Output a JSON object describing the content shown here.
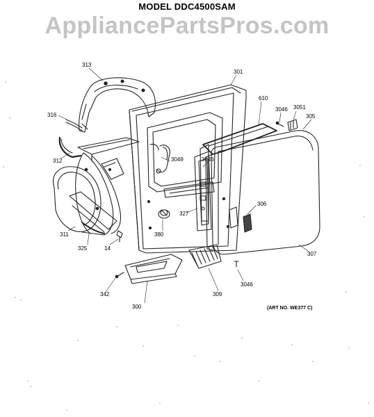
{
  "diagram": {
    "model_title": "MODEL DDC4500SAM",
    "watermark": "AppliancePartsPros.com",
    "art_no": "(ART NO. WE377 C)",
    "part_labels": [
      "313",
      "301",
      "610",
      "3046",
      "3051",
      "305",
      "316",
      "312",
      "3049",
      "3046",
      "311",
      "327",
      "306",
      "325",
      "14",
      "380",
      "307",
      "342",
      "300",
      "309",
      "3046"
    ]
  }
}
